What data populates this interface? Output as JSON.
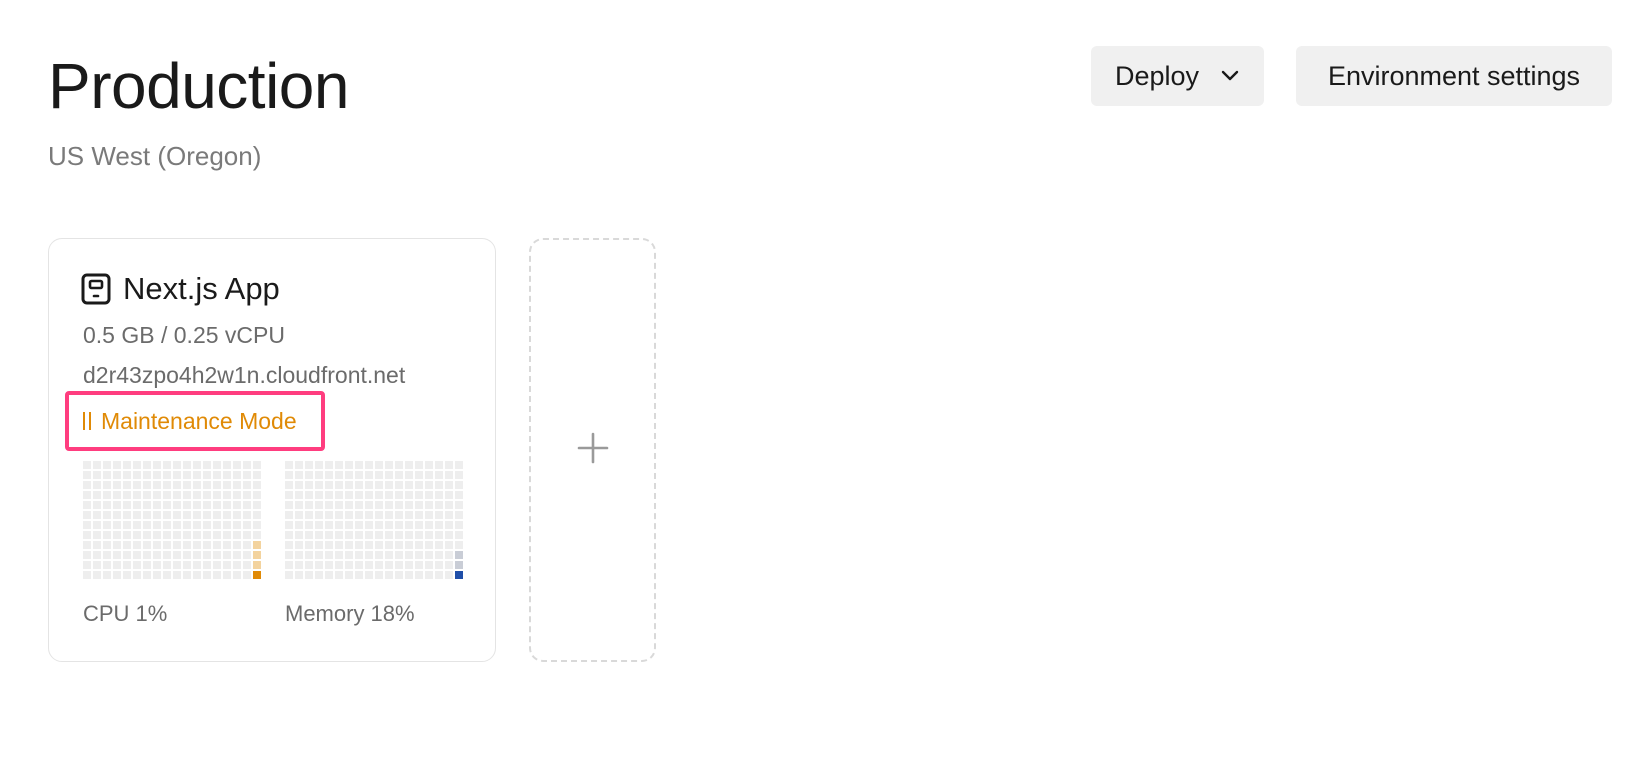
{
  "header": {
    "title": "Production",
    "subtitle": "US West (Oregon)",
    "deploy_label": "Deploy",
    "env_settings_label": "Environment settings"
  },
  "service": {
    "name": "Next.js App",
    "spec": "0.5 GB / 0.25 vCPU",
    "host": "d2r43zpo4h2w1n.cloudfront.net",
    "status": "Maintenance Mode",
    "status_color": "#e08a06",
    "highlight_color": "#ff3d7f",
    "cpu": {
      "label": "CPU 1%",
      "percent": 1,
      "active_color": "#e08a06",
      "faded_color": "#f3d39e"
    },
    "memory": {
      "label": "Memory 18%",
      "percent": 18,
      "active_color": "#1f4ea8",
      "faded_color": "#c9cdd6"
    }
  },
  "icons": {
    "service": "server-icon",
    "deploy_chevron": "chevron-down-icon",
    "status": "pause-icon",
    "add": "plus-icon"
  }
}
